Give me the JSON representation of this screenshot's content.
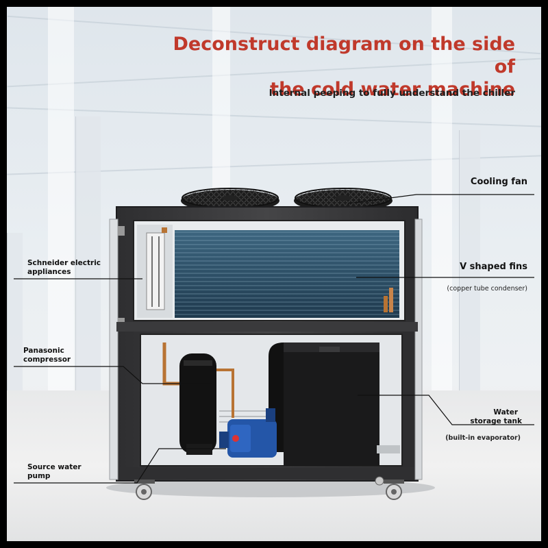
{
  "title_line1": "Deconstruct diagram on the side of",
  "title_line2": "the cold water machine",
  "subtitle": "Internal peeping to fully understand the chiller",
  "callouts": {
    "cooling_fan": "Cooling fan",
    "v_fins": "V shaped fins",
    "v_fins_note": "(copper tube condenser)",
    "schneider_line1": "Schneider electric",
    "schneider_line2": "appliances",
    "panasonic_line1": "Panasonic",
    "panasonic_line2": "compressor",
    "pump_line1": "Source water",
    "pump_line2": "pump",
    "tank_line1": "Water",
    "tank_line2": "storage tank",
    "tank_note": "(built-in evaporator)"
  },
  "colors": {
    "title_red": "#c0392b",
    "cabinet": "#3b3b3d",
    "coil": "#2f4f66",
    "pump_blue": "#2456a8"
  }
}
